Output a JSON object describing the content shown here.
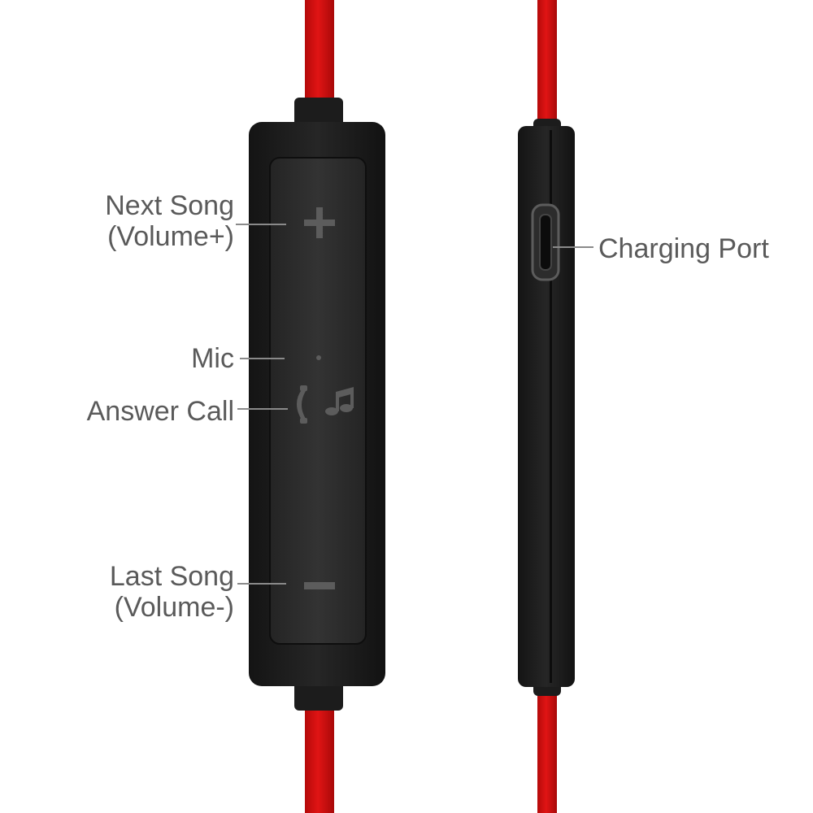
{
  "colors": {
    "cable": "#d10f0f",
    "body": "#1b1b1b",
    "button_panel": "#2e2e2e",
    "symbol": "#5c5c5c",
    "leader_line": "#8a8a8a",
    "text": "#5a5a5a"
  },
  "labels": {
    "next_song": "Next Song",
    "next_song_sub": "(Volume+)",
    "mic": "Mic",
    "answer_call": "Answer Call",
    "last_song": "Last Song",
    "last_song_sub": "(Volume-)",
    "charging_port": "Charging Port"
  },
  "icons": {
    "plus": "plus-icon",
    "minus": "minus-icon",
    "phone": "phone-icon",
    "music": "music-note-icon",
    "mic": "mic-hole-icon",
    "port": "micro-usb-port-icon"
  }
}
